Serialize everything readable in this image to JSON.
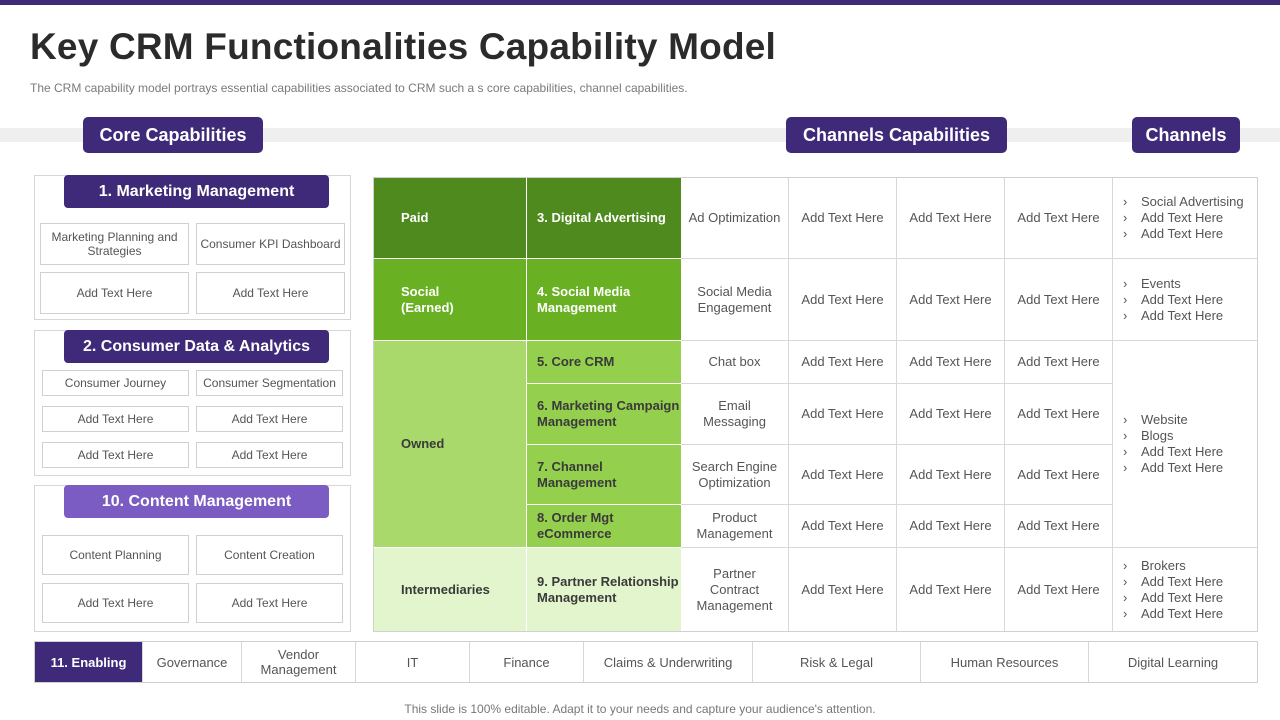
{
  "colors": {
    "accent": "#3e2a78",
    "accent_light": "#7b5cc2",
    "paid": "#4f8a1e",
    "social": "#69b023",
    "owned_chan": "#a8d96a",
    "owned_cap": "#94cf4e",
    "intermediaries": "#e2f5cc"
  },
  "header": {
    "title": "Key CRM Functionalities Capability Model",
    "subtitle": "The CRM capability model portrays essential capabilities associated to CRM such a s core capabilities, channel capabilities."
  },
  "section_labels": {
    "core": "Core Capabilities",
    "channels_capabilities": "Channels Capabilities",
    "channels": "Channels"
  },
  "core": {
    "marketing": {
      "title": "1. Marketing Management",
      "items": [
        "Marketing Planning and Strategies",
        "Consumer KPI Dashboard",
        "Add Text Here",
        "Add Text Here"
      ]
    },
    "consumer": {
      "title": "2. Consumer Data & Analytics",
      "items": [
        "Consumer Journey",
        "Consumer Segmentation",
        "Add Text Here",
        "Add Text Here",
        "Add Text Here",
        "Add Text Here"
      ]
    },
    "content": {
      "title": "10. Content Management",
      "items": [
        "Content Planning",
        "Content Creation",
        "Add Text Here",
        "Add Text Here"
      ]
    }
  },
  "grid": {
    "channels": [
      "Paid",
      "Social\n(Earned)",
      "Owned",
      "Intermediaries"
    ],
    "capabilities": [
      "3. Digital Advertising",
      "4. Social Media Management",
      "5. Core CRM",
      "6. Marketing Campaign Management",
      "7. Channel Management",
      "8. Order Mgt eCommerce",
      "9. Partner Relationship Management"
    ],
    "first_col": [
      "Ad Optimization",
      "Social Media Engagement",
      "Chat  box",
      "Email Messaging",
      "Search Engine Optimization",
      "Product Management",
      "Partner Contract Management"
    ],
    "placeholder": "Add Text Here",
    "channel_lists": [
      [
        "Social Advertising",
        "Add Text Here",
        "Add Text Here"
      ],
      [
        "Events",
        "Add Text Here",
        "Add Text Here"
      ],
      [
        "Website",
        "Blogs",
        "Add Text Here",
        "Add Text Here"
      ],
      [
        "Brokers",
        "Add Text Here",
        "Add Text Here",
        "Add Text Here"
      ]
    ],
    "chevron": "›"
  },
  "enabling": {
    "title": "11. Enabling",
    "items": [
      "Governance",
      "Vendor Management",
      "IT",
      "Finance",
      "Claims & Underwriting",
      "Risk & Legal",
      "Human Resources",
      "Digital Learning"
    ]
  },
  "footer": "This slide is 100% editable. Adapt it to your needs and capture your audience's attention."
}
